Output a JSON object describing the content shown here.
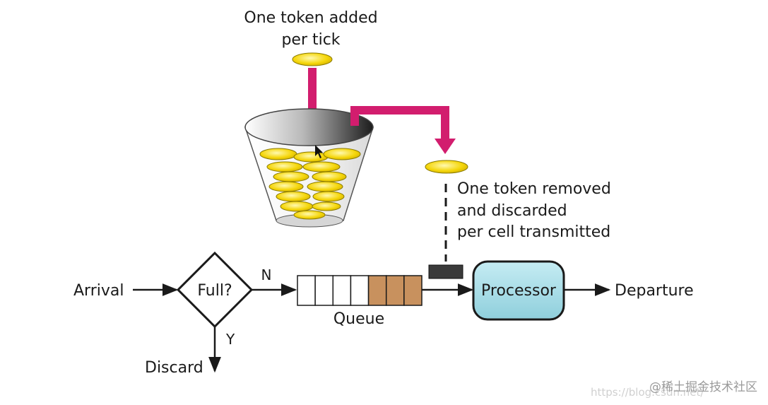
{
  "labels": {
    "token_added_line1": "One token added",
    "token_added_line2": "per tick",
    "token_removed_line1": "One token removed",
    "token_removed_line2": "and discarded",
    "token_removed_line3": "per cell transmitted",
    "arrival": "Arrival",
    "decision": "Full?",
    "branch_no": "N",
    "branch_yes": "Y",
    "queue": "Queue",
    "processor": "Processor",
    "departure": "Departure",
    "discard": "Discard"
  },
  "queue": {
    "total_cells": 7,
    "filled_cells": 3
  },
  "watermark": {
    "brand": "@稀土掘金技术社区",
    "url_fragment": "https://blog.csdn.net/"
  },
  "colors": {
    "token_fill": "#f5d60a",
    "token_edge": "#8a7a00",
    "arrow_magenta": "#d21d6e",
    "processor_fill": "#a6dce6",
    "queue_filled": "#c8915e",
    "sensor_bar": "#3a3a3a"
  }
}
